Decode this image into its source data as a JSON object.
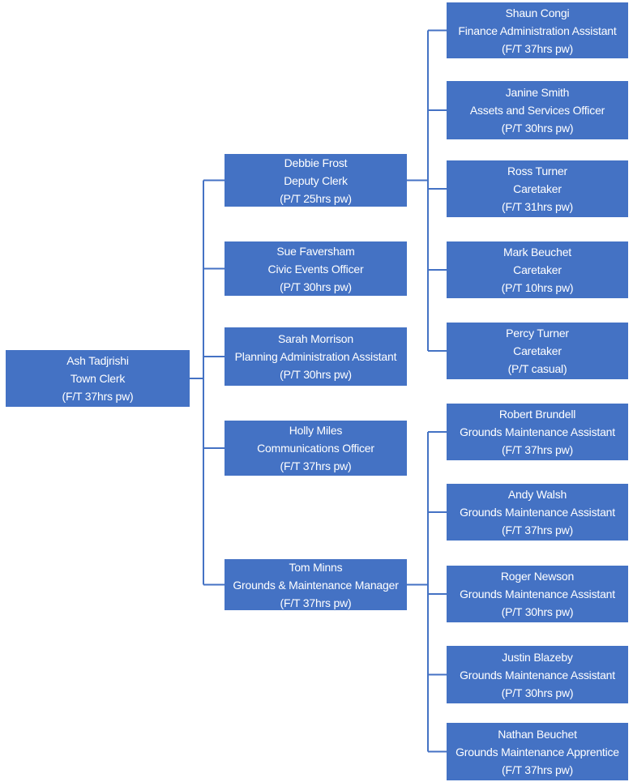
{
  "colors": {
    "box_fill": "#4472C4",
    "box_text": "#FFFFFF",
    "connector": "#4472C4",
    "background": "#FFFFFF"
  },
  "org_chart": {
    "root": {
      "id": "ash",
      "name": "Ash Tadjrishi",
      "role": "Town Clerk",
      "hours": "(F/T 37hrs pw)",
      "children": [
        {
          "id": "debbie",
          "name": "Debbie Frost",
          "role": "Deputy Clerk",
          "hours": "(P/T 25hrs pw)",
          "children": [
            {
              "id": "shaun",
              "name": "Shaun Congi",
              "role": "Finance Administration Assistant",
              "hours": "(F/T 37hrs pw)",
              "children": []
            },
            {
              "id": "janine",
              "name": "Janine Smith",
              "role": "Assets and Services Officer",
              "hours": "(P/T 30hrs pw)",
              "children": []
            },
            {
              "id": "ross",
              "name": "Ross Turner",
              "role": "Caretaker",
              "hours": "(F/T 31hrs pw)",
              "children": []
            },
            {
              "id": "mark",
              "name": "Mark Beuchet",
              "role": "Caretaker",
              "hours": "(P/T 10hrs pw)",
              "children": []
            },
            {
              "id": "percy",
              "name": "Percy Turner",
              "role": "Caretaker",
              "hours": "(P/T casual)",
              "children": []
            }
          ]
        },
        {
          "id": "sue",
          "name": "Sue Faversham",
          "role": "Civic Events Officer",
          "hours": "(P/T 30hrs pw)",
          "children": []
        },
        {
          "id": "sarah",
          "name": "Sarah Morrison",
          "role": "Planning Administration Assistant",
          "hours": "(P/T 30hrs pw)",
          "children": []
        },
        {
          "id": "holly",
          "name": "Holly Miles",
          "role": "Communications Officer",
          "hours": "(F/T 37hrs pw)",
          "children": []
        },
        {
          "id": "tom",
          "name": "Tom Minns",
          "role": "Grounds & Maintenance Manager",
          "hours": "(F/T 37hrs pw)",
          "children": [
            {
              "id": "robert",
              "name": "Robert Brundell",
              "role": "Grounds Maintenance Assistant",
              "hours": "(F/T 37hrs pw)",
              "children": []
            },
            {
              "id": "andy",
              "name": "Andy Walsh",
              "role": "Grounds Maintenance Assistant",
              "hours": "(F/T 37hrs pw)",
              "children": []
            },
            {
              "id": "roger",
              "name": "Roger Newson",
              "role": "Grounds Maintenance Assistant",
              "hours": "(P/T 30hrs pw)",
              "children": []
            },
            {
              "id": "justin",
              "name": "Justin Blazeby",
              "role": "Grounds Maintenance Assistant",
              "hours": "(P/T 30hrs pw)",
              "children": []
            },
            {
              "id": "nathan",
              "name": "Nathan Beuchet",
              "role": "Grounds Maintenance Apprentice",
              "hours": "(F/T 37hrs pw)",
              "children": []
            }
          ]
        }
      ]
    }
  }
}
